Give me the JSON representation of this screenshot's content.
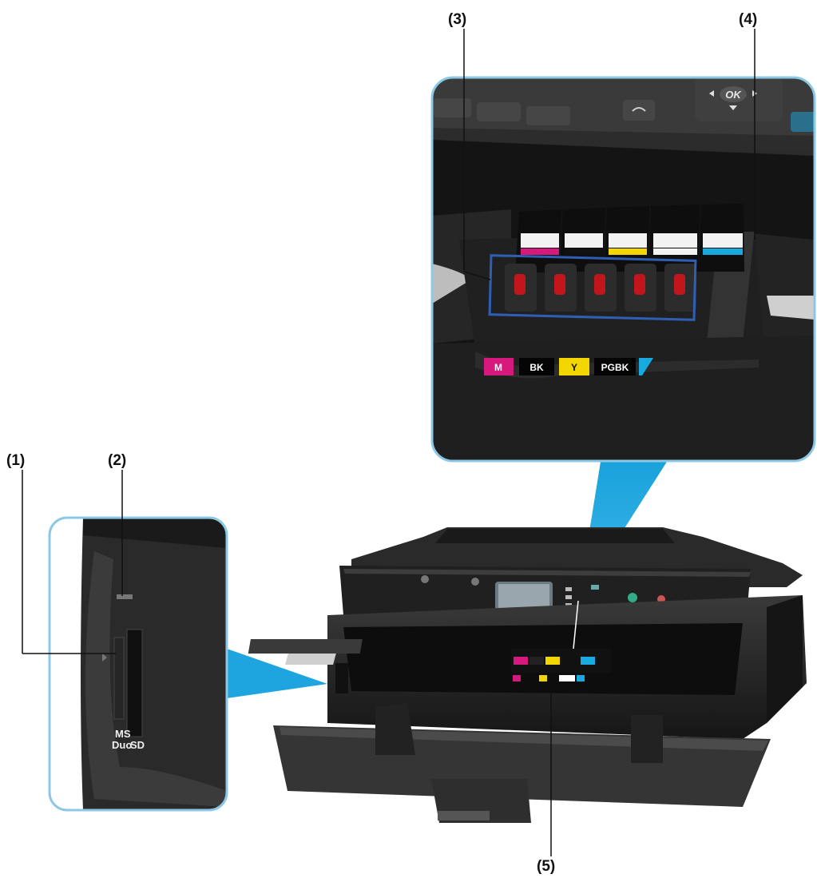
{
  "callouts": {
    "c1": "(1)",
    "c2": "(2)",
    "c3": "(3)",
    "c4": "(4)",
    "c5": "(5)"
  },
  "card_slots": {
    "ms_duo_label_line1": "MS",
    "ms_duo_label_line2": "Duo",
    "sd_label": "SD"
  },
  "ink_labels": {
    "m": "M",
    "bk": "BK",
    "y": "Y",
    "pgbk": "PGBK"
  },
  "panel": {
    "ok_label": "OK"
  },
  "colors": {
    "highlight_blue": "#2aa7df",
    "inset_border": "#8cc8e6",
    "magenta": "#d6197d",
    "yellow": "#f3d500",
    "cyan": "#19a9e1",
    "lock_lever_red": "#c0161c",
    "printer_body": "#2b2b2b"
  }
}
